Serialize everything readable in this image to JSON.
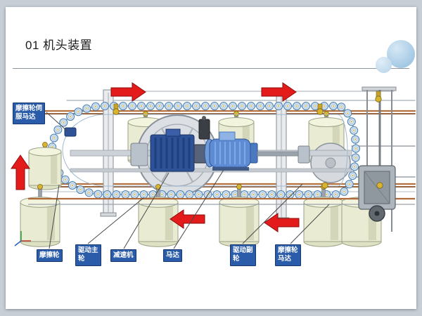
{
  "slide": {
    "title": "01 机头装置",
    "accent_color": "#9ec8e4"
  },
  "diagram": {
    "labels": {
      "servo_motor": "摩擦轮伺\n服马达",
      "friction_wheel": "摩擦轮",
      "drive_main_wheel": "驱动主\n轮",
      "reducer": "减速机",
      "motor": "马达",
      "drive_sub_wheel": "驱动副\n轮",
      "friction_wheel_motor": "摩擦轮\n马达"
    },
    "label_bg_color": "#2a5caa",
    "arrow_color": "#e31b1b"
  }
}
